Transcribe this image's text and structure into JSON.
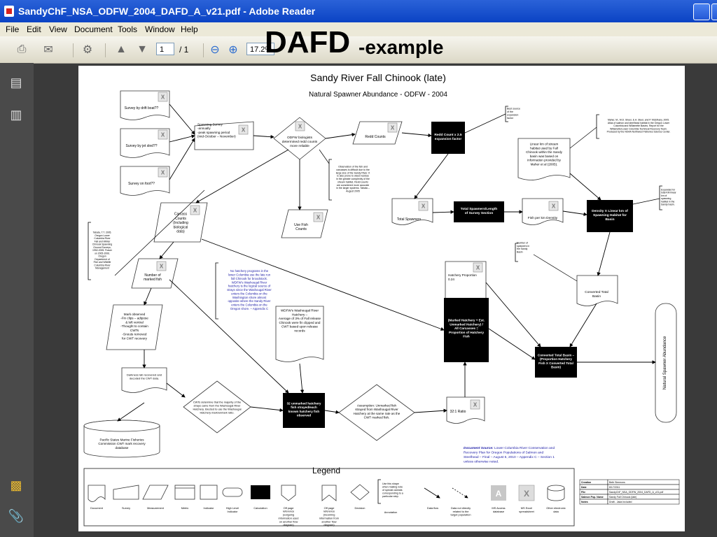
{
  "window": {
    "title": "SandyChF_NSA_ODFW_2004_DAFD_A_v21.pdf - Adobe Reader"
  },
  "menu": [
    "File",
    "Edit",
    "View",
    "Document",
    "Tools",
    "Window",
    "Help"
  ],
  "toolbar": {
    "page_current": "1",
    "page_total": "/ 1",
    "zoom": "17.2%"
  },
  "overlay": {
    "title": "DAFD",
    "subtitle": "-example"
  },
  "icons": {
    "print": "printer-icon",
    "email": "email-icon",
    "security": "security-icon",
    "prev": "arrow-up-icon",
    "next": "arrow-down-icon",
    "zoom_out": "zoom-out-icon",
    "zoom_in": "zoom-in-icon",
    "pages": "pages-icon",
    "bookmarks": "bookmarks-icon",
    "comments": "comments-icon",
    "attachments": "paperclip-icon"
  },
  "colors": {
    "titlebar": "#0b43c4",
    "calc_fill": "#000000",
    "link": "#1a1aa6"
  },
  "diagram": {
    "title": "Sandy River Fall Chinook (late)",
    "subtitle": "Natural Spawner Abundance - ODFW - 2004",
    "nodes": {
      "drift": "Survey by drift boat??",
      "jet": "Survey by jet sled??",
      "foot": "Survey on foot??",
      "spawning": [
        "Spawning Survey",
        "-annually",
        "-peak spawning period",
        "(mid-October – November)"
      ],
      "determined": [
        "ODFW biologists",
        "determined redd counts",
        "more reliable"
      ],
      "redd": "Redd Counts",
      "reddcalc": [
        "Redd Count x 2.5",
        "expansion factor"
      ],
      "reddsrc": [
        "Best source",
        "of the",
        "expansion",
        "factor"
      ],
      "obs": [
        "Observation of the fish and",
        "carcasses is difficult due to the",
        "large size of the Sandy River. It",
        "is also prone to weed residue",
        "in the greater complexity of the",
        "stream habitat. Redd counts",
        "are considered more accurate",
        "in the larger systems. Tabata –",
        "August 2005"
      ],
      "maher": [
        "Maher, M., M.D. Sheer, E.A. Steel, and P. McElhany. 2005.",
        "Atlas of salmon and steelhead habitat in the Oregon Lower",
        "Columbia and Willamette Basins. Report for the",
        "Willamette/Lower Columbia Technical Recovery Team.",
        "Produced by the NOAA Northwest Fisheries Science Center."
      ],
      "linear": [
        "Linear km of stream",
        "habitat used by Fall",
        "Chinook within the Sandy",
        "basin was based on",
        "information provided by",
        "Maher et al (2005)."
      ],
      "expanded": [
        "Expanded for",
        "total KM linear",
        "km of",
        "spawning",
        "habitat in the",
        "Sandy basin."
      ],
      "totspawn": "Total Spawners",
      "totcalc": [
        "Total Spawners/Length",
        "of Survey Section"
      ],
      "fishkm": "Fish per km Density",
      "density": [
        "Density X Linear km of",
        "Spawning Habitat for",
        "Basin"
      ],
      "carcass": [
        "Carcass",
        "Counts",
        "(Including",
        "biological",
        "data)"
      ],
      "usefish": [
        "Use Fish",
        "Counts"
      ],
      "tabata": [
        "Tabata, T.T. 2005.",
        "Oregon Lower",
        "Columbia River",
        "Fall and Winter",
        "Chinook Spawning",
        "Ground Surveys,",
        "1952-2005. Fraser",
        "on 2005-2006.",
        "Oregon",
        "Department of",
        "Fish and Wildlife",
        "Columbia River",
        "Management"
      ],
      "marked": [
        "Number of",
        "marked fish"
      ],
      "hatchnote": [
        "No hatchery programs in the",
        "lower Columbia use the late run",
        "fall Chinook for broodstock.",
        "WDFW's Washougal River",
        "hatchery is the logical source of",
        "strays since the Washougal River",
        "enters the Columbia on the",
        "Washington shore almost",
        "opposite where the Sandy River",
        "enters the Columbia on the",
        "Oregon shore. – Appendix C"
      ],
      "wdfw": [
        "WDFW's Washougal River",
        "Hatchery –",
        "Average of 3% of Fall release",
        "Chinook were fin clipped and",
        "CWT based upon release",
        "records"
      ],
      "markobs": [
        "Mark observed",
        "-Fin clips – adipose",
        "& left ventral",
        "-Thought to contain",
        "CWTs",
        "-Snouts removed",
        "for CWT recovery"
      ],
      "decoded": [
        "Darkness lab recovered and",
        "decoded the CWT data."
      ],
      "cwtdet": [
        "CWTs determine that the majority of the",
        "strays came from the Washougal River",
        "Hatchery. Elected to use the Washougal",
        "Hatchery mark/unmark ratio."
      ],
      "unmarked": [
        "32 unmarked hatchery",
        "fish strayed/each",
        "known hatchery fish",
        "observed"
      ],
      "assume": [
        "Assumption: Unmarked fish",
        "strayed from Washougal River",
        "Hatchery at the same rate as the",
        "CWT marked fish."
      ],
      "ratio": "32:1 Ratio",
      "hprop": [
        "Hatchery Proportion",
        "0.24"
      ],
      "propcalc": [
        "(Marked Hatchery + Est.",
        "Unmarked Hatchery) /",
        "All Carcasses =",
        "Proportion of Hatchery",
        "Fish"
      ],
      "convtot": [
        "Converted Total",
        "Basin"
      ],
      "numsp": [
        "Number of",
        "spawners in",
        "the Sandy",
        "Basin"
      ],
      "convcalc": [
        "Converted Total Basin –",
        "(Proportion Hatchery",
        "Fish X Converted Total",
        "Basin)"
      ],
      "nsa": "Natural Spawner Abundance",
      "psmfc": [
        "Pacific States Marine Fisheries",
        "Commission CWT mark recovery",
        "database"
      ]
    },
    "source_note": [
      {
        "bold": "Document Source:",
        "text": " Lower Columbia River Conservation and"
      },
      {
        "bold": "",
        "text": "Recovery Plan for Oregon Populations of Salmon and"
      },
      {
        "bold": "",
        "text": "Steelhead – Final – August 6, 2010 – Appendix C – Section 1"
      },
      {
        "bold": "",
        "text": "unless otherwise noted."
      }
    ],
    "legend": {
      "title": "Legend",
      "items": [
        "Document",
        "Survey",
        "Measurement",
        "Metric",
        "Indicator",
        "High Level Indicator",
        "Calculation",
        "Off page reference (outgoing information used on another flow diagram)",
        "Off page reference (incoming information from another flow diagram)",
        "Decision",
        "Annotation",
        "Data flow",
        "Data not directly related to the target population",
        "MS Access database",
        "MS Excel spreadsheet",
        "Other electronic data"
      ],
      "annotation_text": [
        "Use this shape",
        "when making note",
        "of special caveats",
        "corresponding to a",
        "particular step."
      ]
    },
    "info_table": [
      [
        "Creation",
        "Beth Simmons"
      ],
      [
        "Date",
        "8/17/2011"
      ],
      [
        "File",
        "SandyChF_NSA_ODFW_2004_DAFD_A_v21.pdf"
      ],
      [
        "Salmon Pop. Name",
        "Sandy Fall Chinook (late)"
      ],
      [
        "Notes",
        "Draft - Jada Included"
      ]
    ]
  }
}
